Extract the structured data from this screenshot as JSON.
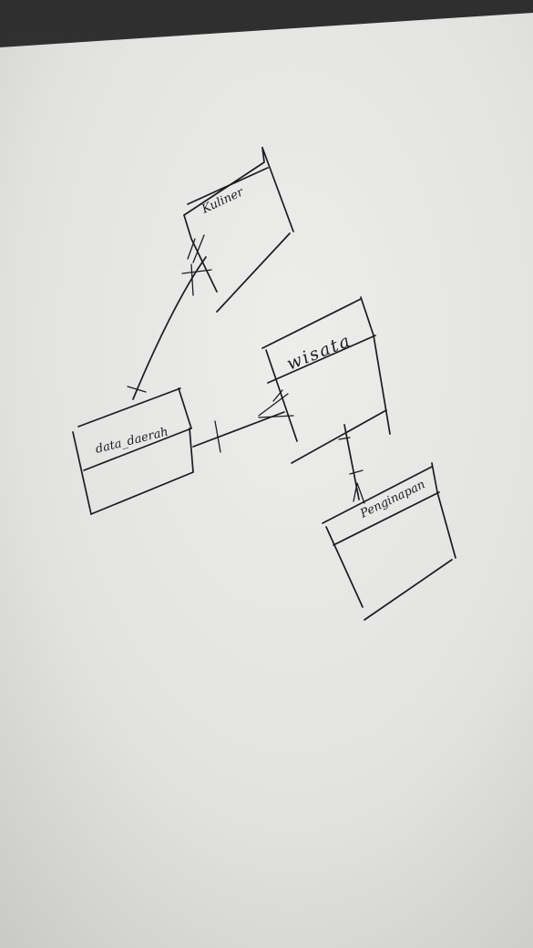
{
  "entities": {
    "kuliner": {
      "label": "Kuliner"
    },
    "wisata": {
      "label": "wisata"
    },
    "data_daerah": {
      "label": "data_daerah"
    },
    "penginapan": {
      "label": "Penginapan"
    }
  },
  "colors": {
    "ink": "#1b1b22",
    "paper": "#e9e9e7",
    "background": "#3a3a3a"
  }
}
